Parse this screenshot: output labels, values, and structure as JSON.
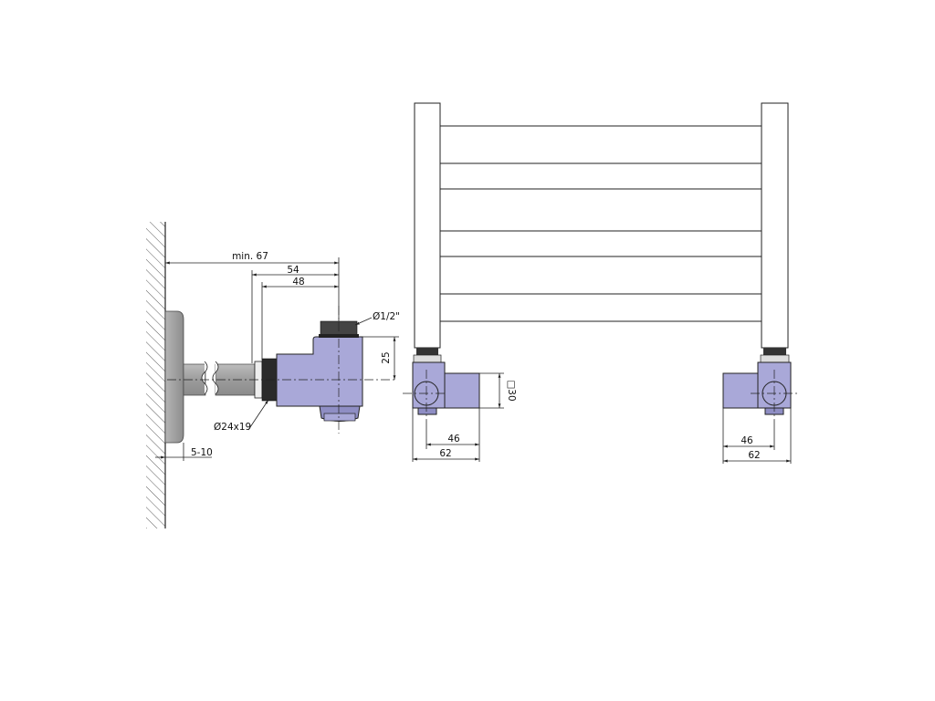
{
  "dimensions": {
    "min_depth": "min. 67",
    "depth_54": "54",
    "depth_48": "48",
    "thread": "Ø1/2\"",
    "height_25": "25",
    "pipe_size": "Ø24x19",
    "wall_gap": "5-10",
    "square": "□30",
    "front_left_46": "46",
    "front_left_62": "62",
    "front_right_46": "46",
    "front_right_62": "62"
  },
  "colors": {
    "valve_body": "#a9a8d8",
    "escutcheon": "#9a9a9a",
    "line": "#222222"
  }
}
